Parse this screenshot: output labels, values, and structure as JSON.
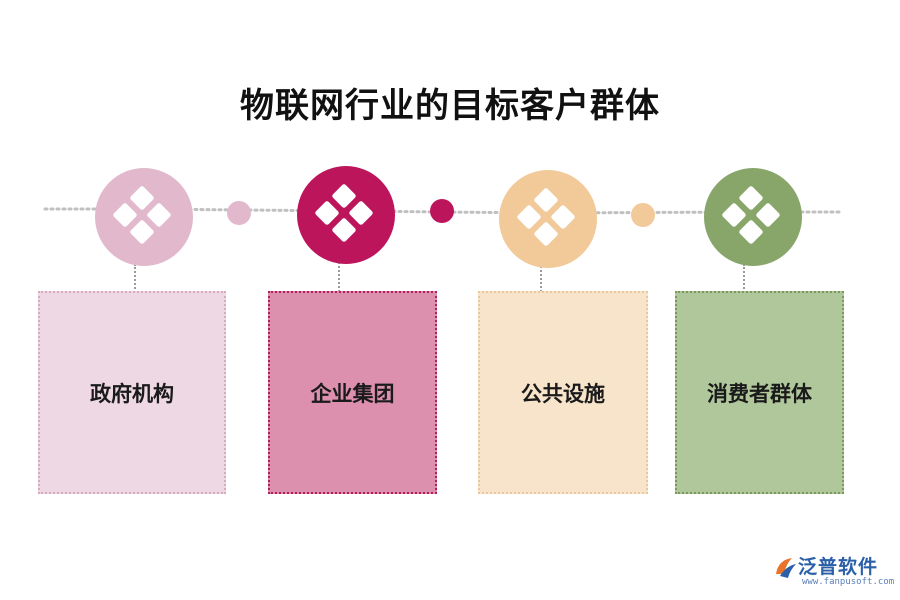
{
  "title": "物联网行业的目标客户群体",
  "nodes": [
    {
      "label": "政府机构",
      "circle_color": "#e2b9cc",
      "card_color": "#eed8e4",
      "border_color": "#d9a8be",
      "icon": "diamond-cluster-icon"
    },
    {
      "label": "企业集团",
      "circle_color": "#bd155b",
      "card_color": "#dd8fae",
      "border_color": "#b01f58",
      "icon": "diamond-cluster-icon"
    },
    {
      "label": "公共设施",
      "circle_color": "#f2c998",
      "card_color": "#f8e4cb",
      "border_color": "#eac79c",
      "icon": "diamond-cluster-icon"
    },
    {
      "label": "消费者群体",
      "circle_color": "#88a66a",
      "card_color": "#b0c79c",
      "border_color": "#7a9a5c",
      "icon": "diamond-cluster-icon"
    }
  ],
  "connector_dots": [
    "#e2b9cc",
    "#bd155b",
    "#f2c998"
  ],
  "line_color": "#c0c0c0",
  "logo": {
    "brand": "泛普软件",
    "url": "www.fanpusoft.com",
    "icon": "fanpu-logo-icon"
  }
}
